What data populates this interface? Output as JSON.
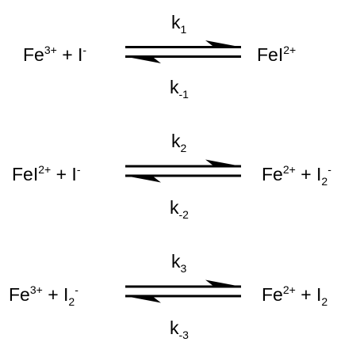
{
  "reactions": [
    {
      "left_species": [
        {
          "base": "Fe",
          "sup": "3+",
          "sub": ""
        },
        {
          "base": "I",
          "sup": "-",
          "sub": ""
        }
      ],
      "right_species": [
        {
          "base": "FeI",
          "sup": "2+",
          "sub": ""
        }
      ],
      "forward_rate": {
        "base": "k",
        "sub": "1"
      },
      "reverse_rate": {
        "base": "k",
        "sub": "-1"
      }
    },
    {
      "left_species": [
        {
          "base": "FeI",
          "sup": "2+",
          "sub": ""
        },
        {
          "base": "I",
          "sup": "-",
          "sub": ""
        }
      ],
      "right_species": [
        {
          "base": "Fe",
          "sup": "2+",
          "sub": ""
        },
        {
          "base": "I",
          "sup": "-",
          "sub": "2"
        }
      ],
      "forward_rate": {
        "base": "k",
        "sub": "2"
      },
      "reverse_rate": {
        "base": "k",
        "sub": "-2"
      }
    },
    {
      "left_species": [
        {
          "base": "Fe",
          "sup": "3+",
          "sub": ""
        },
        {
          "base": "I",
          "sup": "-",
          "sub": "2"
        }
      ],
      "right_species": [
        {
          "base": "Fe",
          "sup": "2+",
          "sub": ""
        },
        {
          "base": "I",
          "sup": "",
          "sub": "2"
        }
      ],
      "forward_rate": {
        "base": "k",
        "sub": "3"
      },
      "reverse_rate": {
        "base": "k",
        "sub": "-3"
      }
    }
  ],
  "plus_sign": "+"
}
